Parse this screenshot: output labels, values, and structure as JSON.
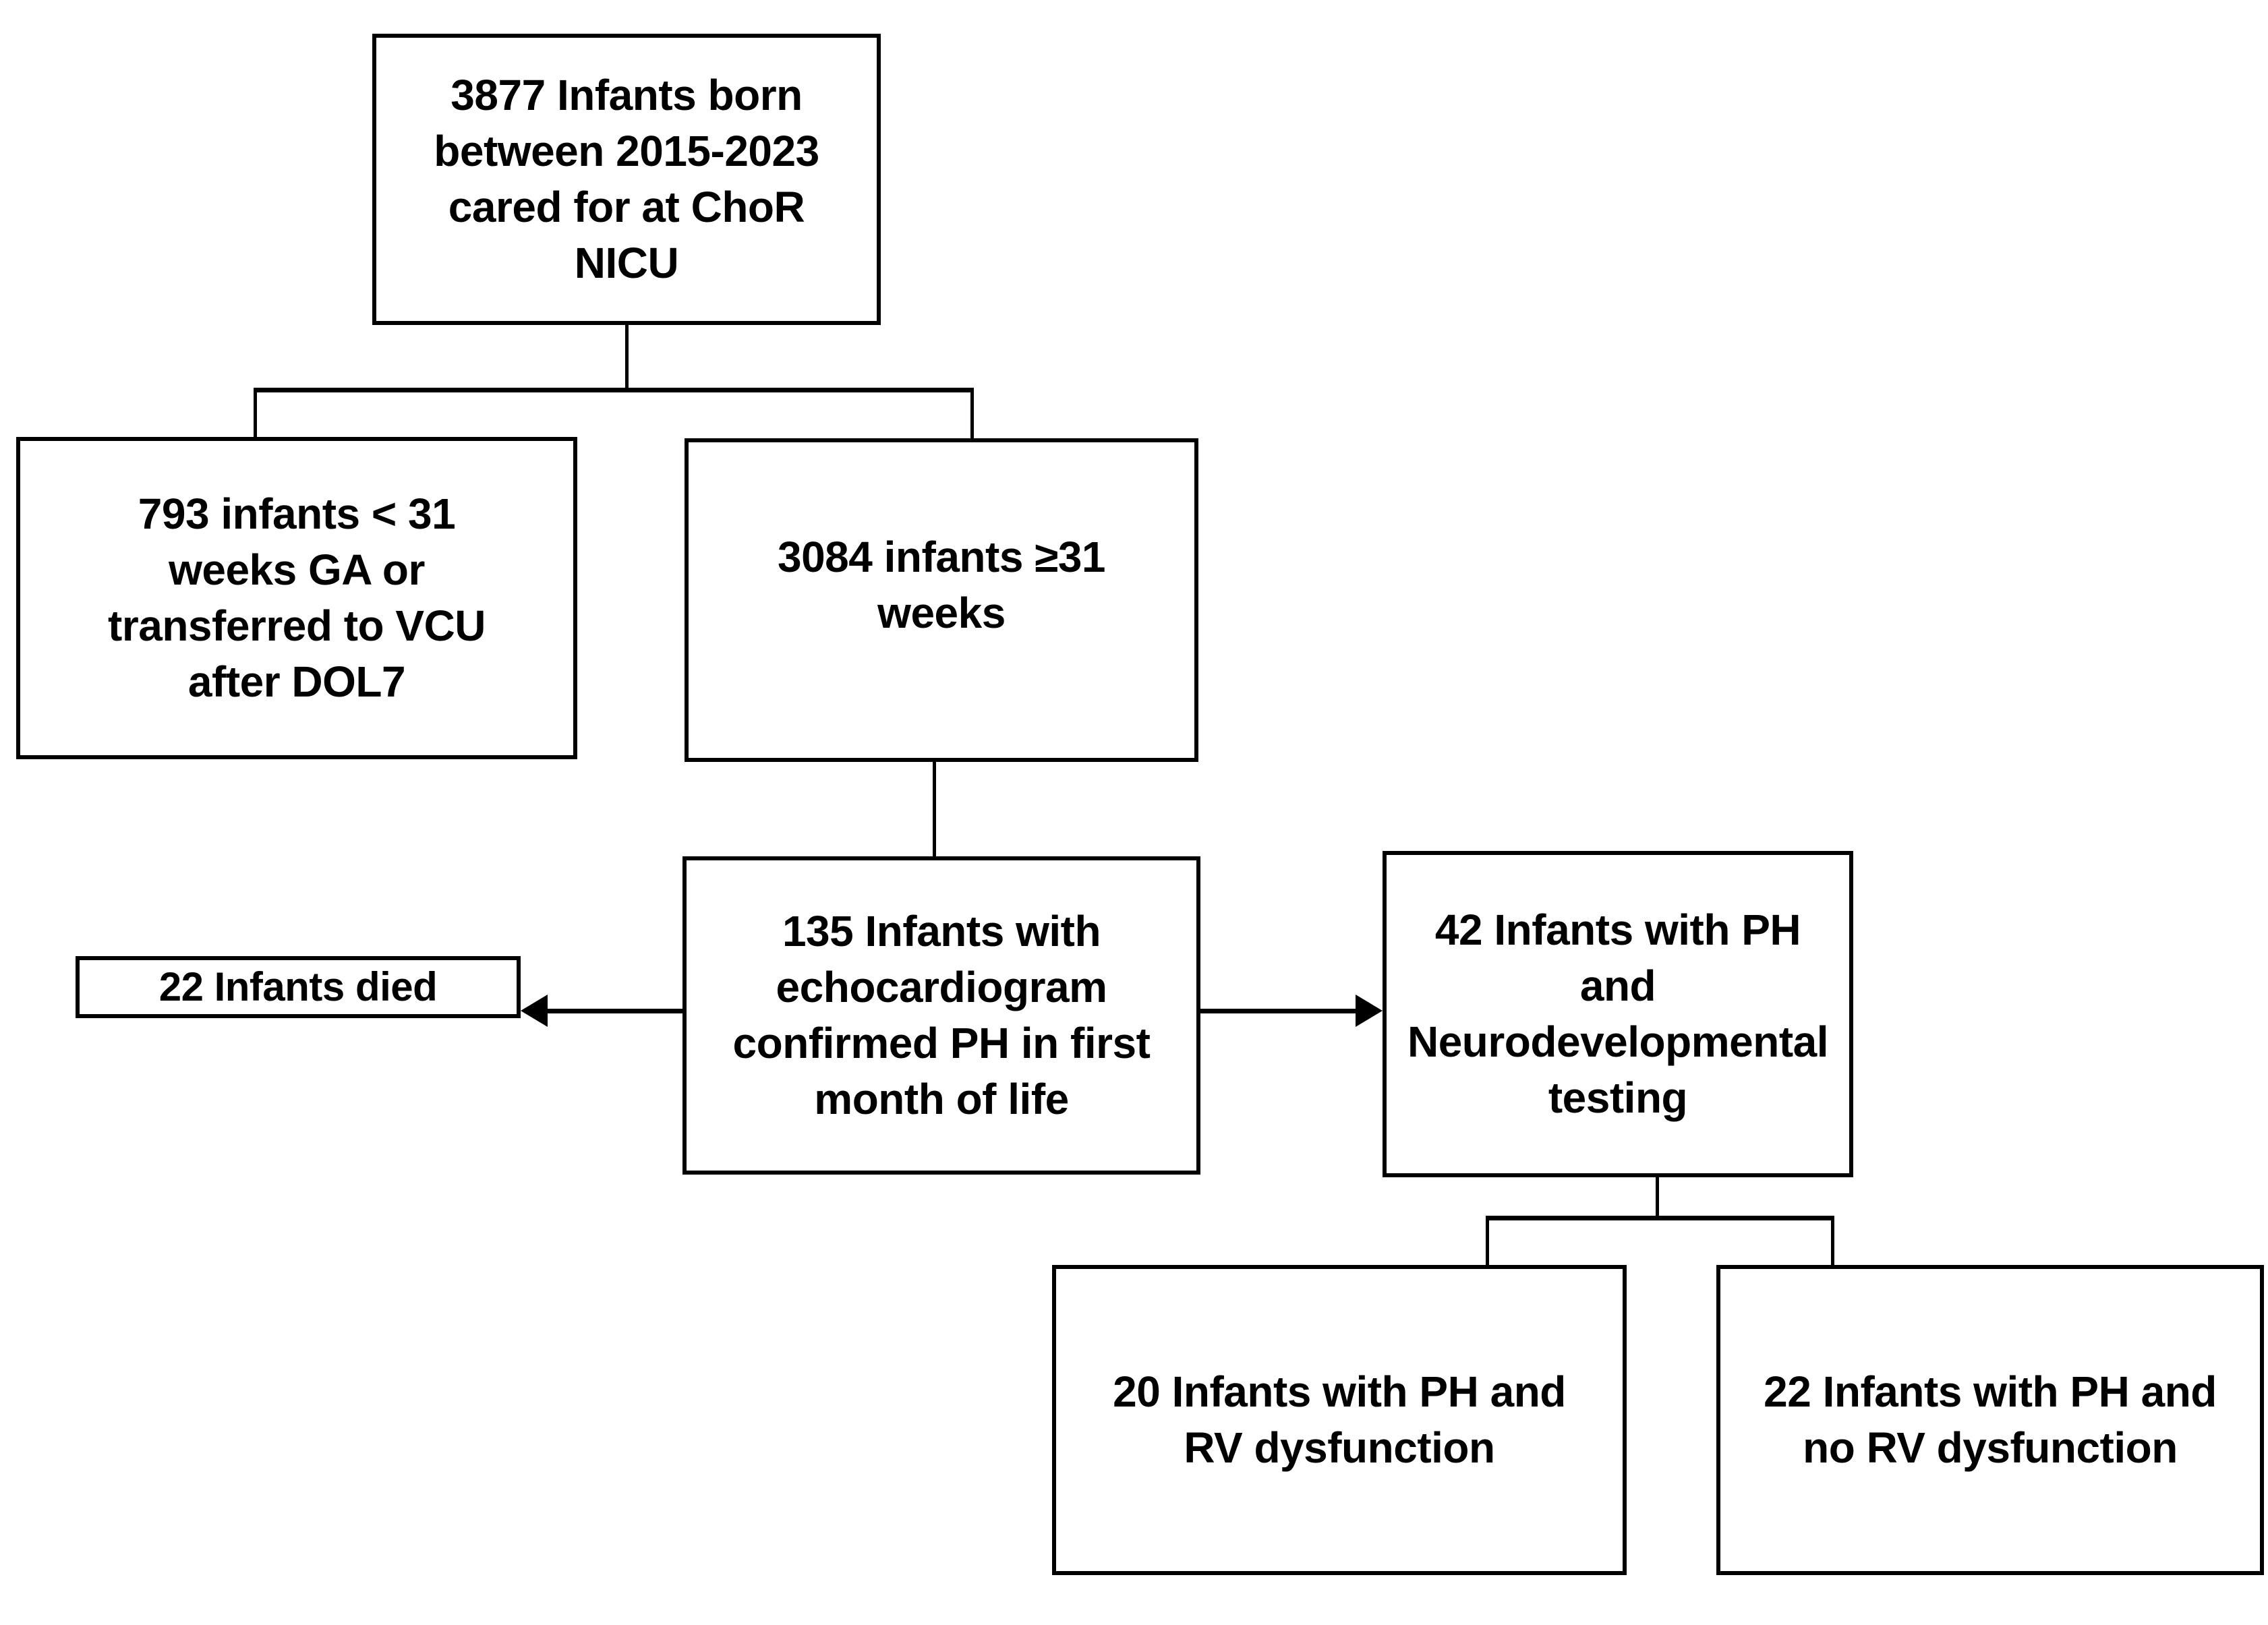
{
  "diagram": {
    "type": "flowchart",
    "title": "Study cohort selection flow diagram",
    "orientation": "top-down",
    "line_color": "#000000",
    "box_fill": "#ffffff",
    "nodes": [
      {
        "id": "cohort",
        "label": "3877 Infants born\nbetween 2015-2023\ncared for at ChoR\nNICU",
        "count": 3877
      },
      {
        "id": "excluded",
        "label": "793 infants  < 31\nweeks GA or\ntransferred to VCU\nafter DOL7",
        "count": 793
      },
      {
        "id": "eligible",
        "label": "3084 infants  ≥31\nweeks",
        "count": 3084
      },
      {
        "id": "ph",
        "label": "135 Infants with\nechocardiogram\nconfirmed PH in first\nmonth of life",
        "count": 135
      },
      {
        "id": "died",
        "label": "22 Infants died",
        "count": 22
      },
      {
        "id": "ndtesting",
        "label": "42 Infants with PH and\nNeurodevelopmental\ntesting",
        "count": 42
      },
      {
        "id": "rvdys",
        "label": "20 Infants with PH and\nRV dysfunction",
        "count": 20
      },
      {
        "id": "norvdys",
        "label": "22 Infants with PH and\nno RV dysfunction",
        "count": 22
      }
    ],
    "edges": [
      {
        "from": "cohort",
        "to": "excluded",
        "style": "elbow",
        "arrowhead": "none"
      },
      {
        "from": "cohort",
        "to": "eligible",
        "style": "elbow",
        "arrowhead": "none"
      },
      {
        "from": "eligible",
        "to": "ph",
        "style": "straight",
        "arrowhead": "none"
      },
      {
        "from": "ph",
        "to": "died",
        "style": "straight-left",
        "arrowhead": "left"
      },
      {
        "from": "ph",
        "to": "ndtesting",
        "style": "straight-right",
        "arrowhead": "right"
      },
      {
        "from": "ndtesting",
        "to": "rvdys",
        "style": "elbow",
        "arrowhead": "none"
      },
      {
        "from": "ndtesting",
        "to": "norvdys",
        "style": "elbow",
        "arrowhead": "none"
      }
    ]
  }
}
